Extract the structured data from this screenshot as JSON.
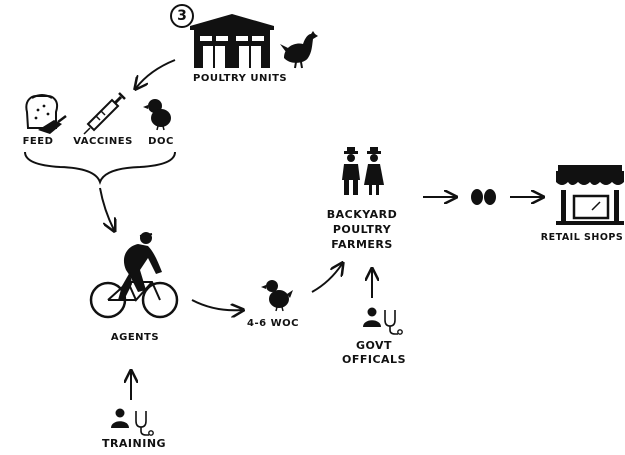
{
  "step_badge": "3",
  "labels": {
    "poultry_units": "POULTRY UNITS",
    "feed": "FEED",
    "vaccines": "VACCINES",
    "doc": "DOC",
    "agents": "AGENTS",
    "woc": "4-6 WOC",
    "backyard_line1": "BACKYARD",
    "backyard_line2": "POULTRY",
    "backyard_line3": "FARMERS",
    "govt_line1": "GOVT",
    "govt_line2": "OFFICALS",
    "retail_shops": "RETAIL SHOPS",
    "training": "TRAINING"
  },
  "icons": {
    "barn": "poultry-barn-icon",
    "hen": "hen-icon",
    "feed": "feed-sack-icon",
    "vaccine": "syringe-icon",
    "doc": "chick-icon",
    "cyclist": "cyclist-agent-icon",
    "woc_bird": "young-chicken-icon",
    "farmers": "farmer-couple-icon",
    "eggs": "eggs-icon",
    "shop": "retail-shop-icon",
    "govt": "doctor-stethoscope-icon",
    "training": "trainer-stethoscope-icon"
  },
  "colors": {
    "ink": "#111111",
    "background": "#ffffff"
  }
}
